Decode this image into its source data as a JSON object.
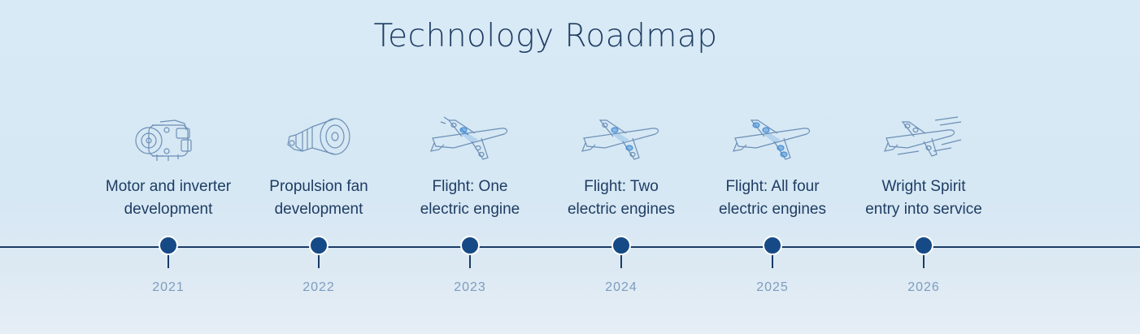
{
  "title": "Technology Roadmap",
  "milestones": [
    {
      "line1": "Motor and inverter",
      "line2": "development",
      "year": "2021",
      "icon": "motor-icon"
    },
    {
      "line1": "Propulsion fan",
      "line2": "development",
      "year": "2022",
      "icon": "propulsion-fan-icon"
    },
    {
      "line1": "Flight: One",
      "line2": "electric engine",
      "year": "2023",
      "icon": "airplane-one-engine-icon"
    },
    {
      "line1": "Flight: Two",
      "line2": "electric engines",
      "year": "2024",
      "icon": "airplane-two-engines-icon"
    },
    {
      "line1": "Flight: All four",
      "line2": "electric engines",
      "year": "2025",
      "icon": "airplane-four-engines-icon"
    },
    {
      "line1": "Wright Spirit",
      "line2": "entry into service",
      "year": "2026",
      "icon": "airplane-in-flight-icon"
    }
  ],
  "colors": {
    "accent": "#164a86",
    "line": "#1b3b66",
    "text": "#1f3c63",
    "year": "#7d9dbd",
    "icon_highlight": "#4b8fd6"
  }
}
